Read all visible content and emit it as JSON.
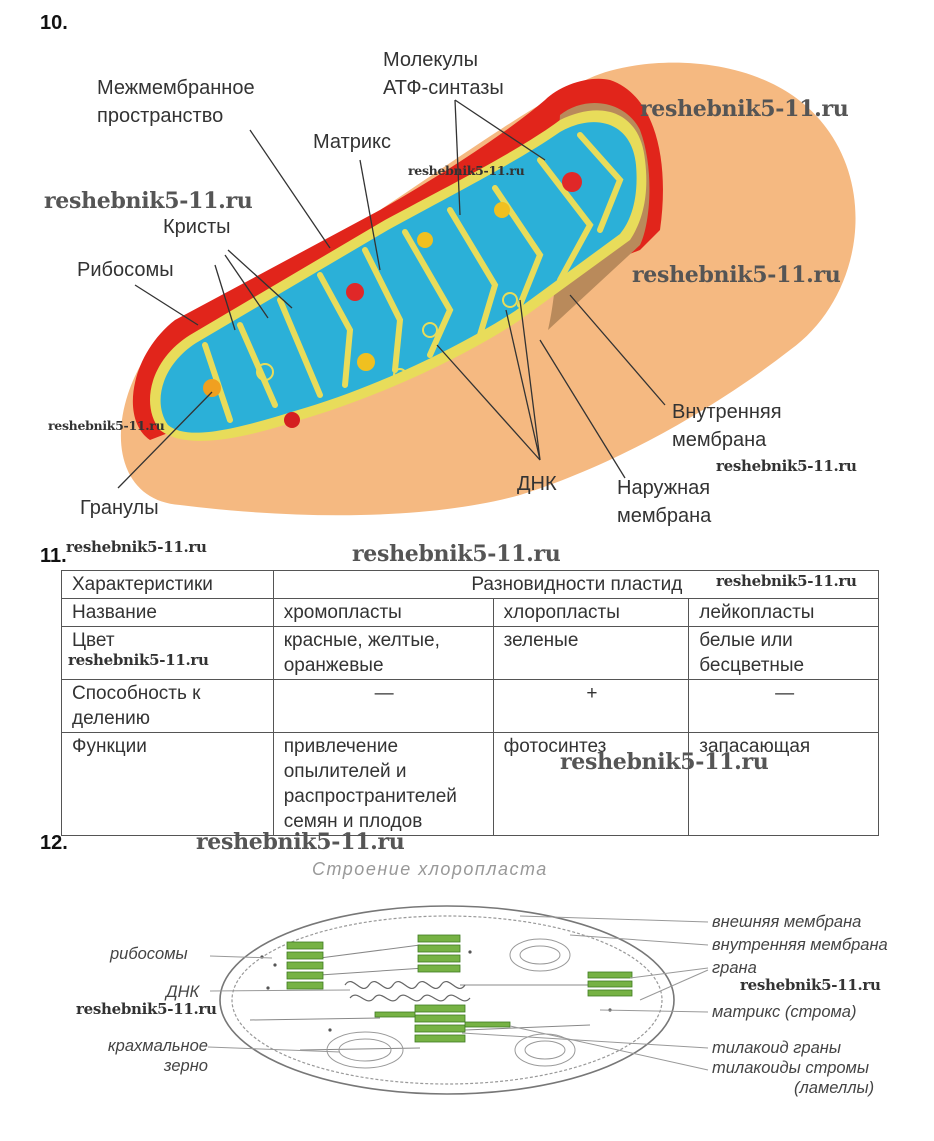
{
  "section10": {
    "number": "10.",
    "labels": {
      "intermembrane": [
        "Межмембранное",
        "пространство"
      ],
      "atp": [
        "Молекулы",
        "АТФ-синтазы"
      ],
      "matrix": "Матрикс",
      "cristae": "Кристы",
      "ribosomes": "Рибосомы",
      "inner_membrane": [
        "Внутренняя",
        "мембрана"
      ],
      "dna": "ДНК",
      "outer_membrane": [
        "Наружная",
        "мембрана"
      ],
      "granules": "Гранулы"
    }
  },
  "section11": {
    "number": "11.",
    "table": {
      "header": {
        "col1": "Характеристики",
        "group": "Разновидности пластид"
      },
      "rows": [
        {
          "key": "Название",
          "chromo": "хромопласты",
          "chloro": "хлоропласты",
          "leuko": "лейкопласты"
        },
        {
          "key": "Цвет",
          "chromo": [
            "красные, желтые,",
            "оранжевые"
          ],
          "chloro": "зеленые",
          "leuko": [
            "белые или",
            "бесцветные"
          ]
        },
        {
          "key": [
            "Способность к",
            "делению"
          ],
          "chromo": "—",
          "chloro": "+",
          "leuko": "—"
        },
        {
          "key": "Функции",
          "chromo": [
            "привлечение",
            "опылителей и",
            "распространителей",
            "семян и плодов"
          ],
          "chloro": "фотосинтез",
          "leuko": "запасающая"
        }
      ]
    }
  },
  "section12": {
    "number": "12.",
    "title": "Строение хлоропласта",
    "labels": {
      "ribosomes": "рибосомы",
      "dna": "ДНК",
      "starch": [
        "крахмальное",
        "зерно"
      ],
      "outer": "внешняя мембрана",
      "inner": "внутренняя мембрана",
      "grana": "грана",
      "matrix": "матрикс (строма)",
      "thylakoid_grana": "тилакоид граны",
      "thylakoid_stroma": [
        "тилакоиды стромы",
        "(ламеллы)"
      ]
    }
  },
  "watermark": "reshebnik5-11.ru",
  "colors": {
    "outer_body": "#f5b981",
    "outer_membrane": "#e1251b",
    "matrix": "#2bb0d8",
    "inner_edge": "#e8dc5a",
    "grana": "#76b244"
  }
}
